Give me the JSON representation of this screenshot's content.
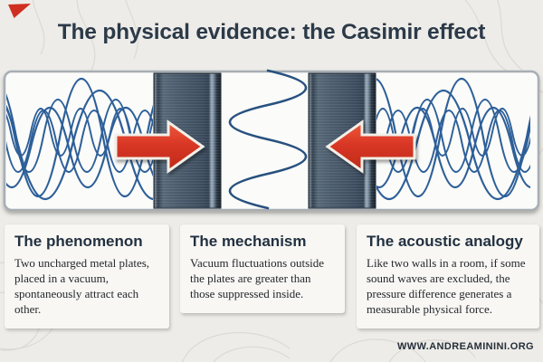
{
  "colors": {
    "background": "#edece9",
    "panel": "#fbfbf9",
    "accent_red": "#d8392a",
    "wave_blue": "#2d5f99",
    "steel_plate": "#44556a",
    "title_text": "#2c3a48",
    "body_text": "#24272b"
  },
  "header": {
    "title": "The physical evidence: the Casimir effect",
    "logo_icon": "red-triangle"
  },
  "diagram": {
    "left_plate_icon": "metal-plate",
    "right_plate_icon": "metal-plate",
    "outside_waves_icon": "vacuum-fluctuation-waves",
    "inside_wave_icon": "suppressed-standing-wave",
    "left_force_icon": "arrow-right",
    "right_force_icon": "arrow-left"
  },
  "columns": [
    {
      "heading": "The phenomenon",
      "body": "Two uncharged metal plates, placed in a vacuum, spontaneously attract each other."
    },
    {
      "heading": "The mechanism",
      "body": "Vacuum fluctuations outside the plates are greater than those suppressed inside."
    },
    {
      "heading": "The acoustic analogy",
      "body": "Like two walls in a room, if some sound waves are excluded, the pressure difference generates a measurable physical force."
    }
  ],
  "footer": {
    "website": "WWW.ANDREAMININI.ORG"
  }
}
